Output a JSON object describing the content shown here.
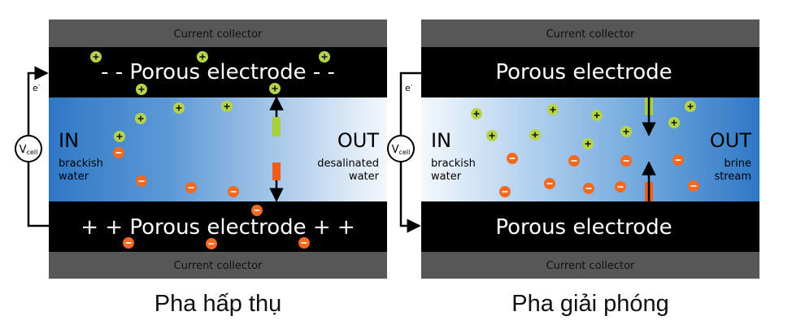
{
  "colors": {
    "collector": "#575757",
    "electrode": "#000000",
    "water_dark": "#2f78c6",
    "water_light": "#f4f8fd",
    "cation": "#b6d44a",
    "anion": "#f26a22",
    "arrow_green": "#a9cf3a",
    "arrow_orange": "#ee5e1a"
  },
  "icons": [
    "cation-plus-icon",
    "anion-minus-icon",
    "arrow-up-icon",
    "arrow-down-icon",
    "voltage-source-icon"
  ],
  "panels": {
    "adsorption": {
      "top_collector": "Current collector",
      "top_electrode": "- - Porous electrode - -",
      "bottom_electrode": "+ + Porous electrode + +",
      "bottom_collector": "Current collector",
      "in_label": "IN",
      "in_sub": [
        "brackish",
        "water"
      ],
      "out_label": "OUT",
      "out_sub": [
        "desalinated",
        "water"
      ],
      "electron": "e",
      "electron_sup": "-",
      "vcell_main": "V",
      "vcell_sub": "cell",
      "caption": "Pha hấp thụ"
    },
    "desorption": {
      "top_collector": "Current collector",
      "top_electrode": "Porous electrode",
      "bottom_electrode": "Porous electrode",
      "bottom_collector": "Current collector",
      "in_label": "IN",
      "in_sub": [
        "brackish",
        "water"
      ],
      "out_label": "OUT",
      "out_sub": [
        "brine",
        "stream"
      ],
      "electron": "e",
      "electron_sup": "-",
      "vcell_main": "V",
      "vcell_sub": "cell",
      "caption": "Pha giải phóng"
    }
  }
}
